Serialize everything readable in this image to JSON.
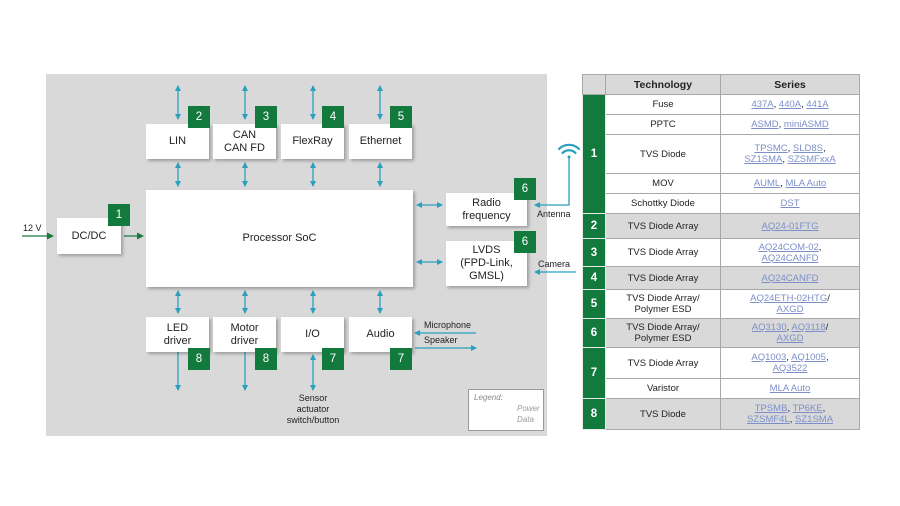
{
  "diagram": {
    "input_label": "12 V",
    "blocks": {
      "dcdc": {
        "label": "DC/DC",
        "badge": "1"
      },
      "lin": {
        "label": "LIN",
        "badge": "2"
      },
      "can": {
        "label_line1": "CAN",
        "label_line2": "CAN FD",
        "badge": "3"
      },
      "flexray": {
        "label": "FlexRay",
        "badge": "4"
      },
      "ethernet": {
        "label": "Ethernet",
        "badge": "5"
      },
      "soc": {
        "label": "Processor SoC"
      },
      "radio": {
        "label_line1": "Radio",
        "label_line2": "frequency",
        "badge": "6"
      },
      "lvds": {
        "label_line1": "LVDS",
        "label_line2": "(FPD-Link,",
        "label_line3": "GMSL)",
        "badge": "6"
      },
      "led": {
        "label_line1": "LED",
        "label_line2": "driver",
        "badge": "8"
      },
      "motor": {
        "label_line1": "Motor",
        "label_line2": "driver",
        "badge": "8"
      },
      "io": {
        "label": "I/O",
        "badge": "7"
      },
      "audio": {
        "label": "Audio",
        "badge": "7"
      }
    },
    "external_labels": {
      "antenna": "Antenna",
      "camera": "Camera",
      "microphone": "Microphone",
      "speaker": "Speaker",
      "sensor_line1": "Sensor",
      "sensor_line2": "actuator",
      "sensor_line3": "switch/button"
    },
    "legend": {
      "title": "Legend:",
      "items": [
        {
          "label": "Power",
          "color": "#1a7a3e"
        },
        {
          "label": "Data",
          "color": "#2aa0bf"
        }
      ]
    },
    "colors": {
      "badge": "#127a3d",
      "data_arrow": "#2aa0bf",
      "power_arrow": "#1a7a3e",
      "panel": "#d9d9d9",
      "link": "#7d8fc9"
    }
  },
  "table": {
    "headers": {
      "blank": "",
      "technology": "Technology",
      "series": "Series"
    },
    "groups": [
      {
        "num": "1",
        "rows": [
          {
            "technology": "Fuse",
            "series": [
              "437A",
              "440A",
              "441A"
            ]
          },
          {
            "technology": "PPTC",
            "series": [
              "ASMD",
              "miniASMD"
            ]
          },
          {
            "technology": "TVS Diode",
            "series": [
              "TPSMC",
              "SLD8S",
              "SZ1SMA",
              "SZSMFxxA"
            ]
          },
          {
            "technology": "MOV",
            "series": [
              "AUML",
              "MLA Auto"
            ]
          },
          {
            "technology": "Schottky Diode",
            "series": [
              "DST"
            ]
          }
        ]
      },
      {
        "num": "2",
        "rows": [
          {
            "technology": "TVS Diode Array",
            "series": [
              "AQ24-01FTG"
            ]
          }
        ]
      },
      {
        "num": "3",
        "rows": [
          {
            "technology": "TVS Diode Array",
            "series": [
              "AQ24COM-02",
              "AQ24CANFD"
            ]
          }
        ]
      },
      {
        "num": "4",
        "rows": [
          {
            "technology": "TVS Diode Array",
            "series": [
              "AQ24CANFD"
            ]
          }
        ]
      },
      {
        "num": "5",
        "rows": [
          {
            "technology_line1": "TVS Diode Array/",
            "technology_line2": "Polymer ESD",
            "series": [
              "AQ24ETH-02HTG",
              "AXGD"
            ]
          }
        ]
      },
      {
        "num": "6",
        "rows": [
          {
            "technology_line1": "TVS Diode Array/",
            "technology_line2": "Polymer ESD",
            "series": [
              "AQ3130",
              "AQ3118",
              "AXGD"
            ]
          }
        ]
      },
      {
        "num": "7",
        "rows": [
          {
            "technology": "TVS Diode Array",
            "series": [
              "AQ1003",
              "AQ1005",
              "AQ3522"
            ]
          },
          {
            "technology": "Varistor",
            "series": [
              "MLA Auto"
            ]
          }
        ]
      },
      {
        "num": "8",
        "rows": [
          {
            "technology": "TVS Diode",
            "series": [
              "TPSMB",
              "TP6KE",
              "SZSMF4L",
              "SZ1SMA"
            ]
          }
        ]
      }
    ]
  }
}
